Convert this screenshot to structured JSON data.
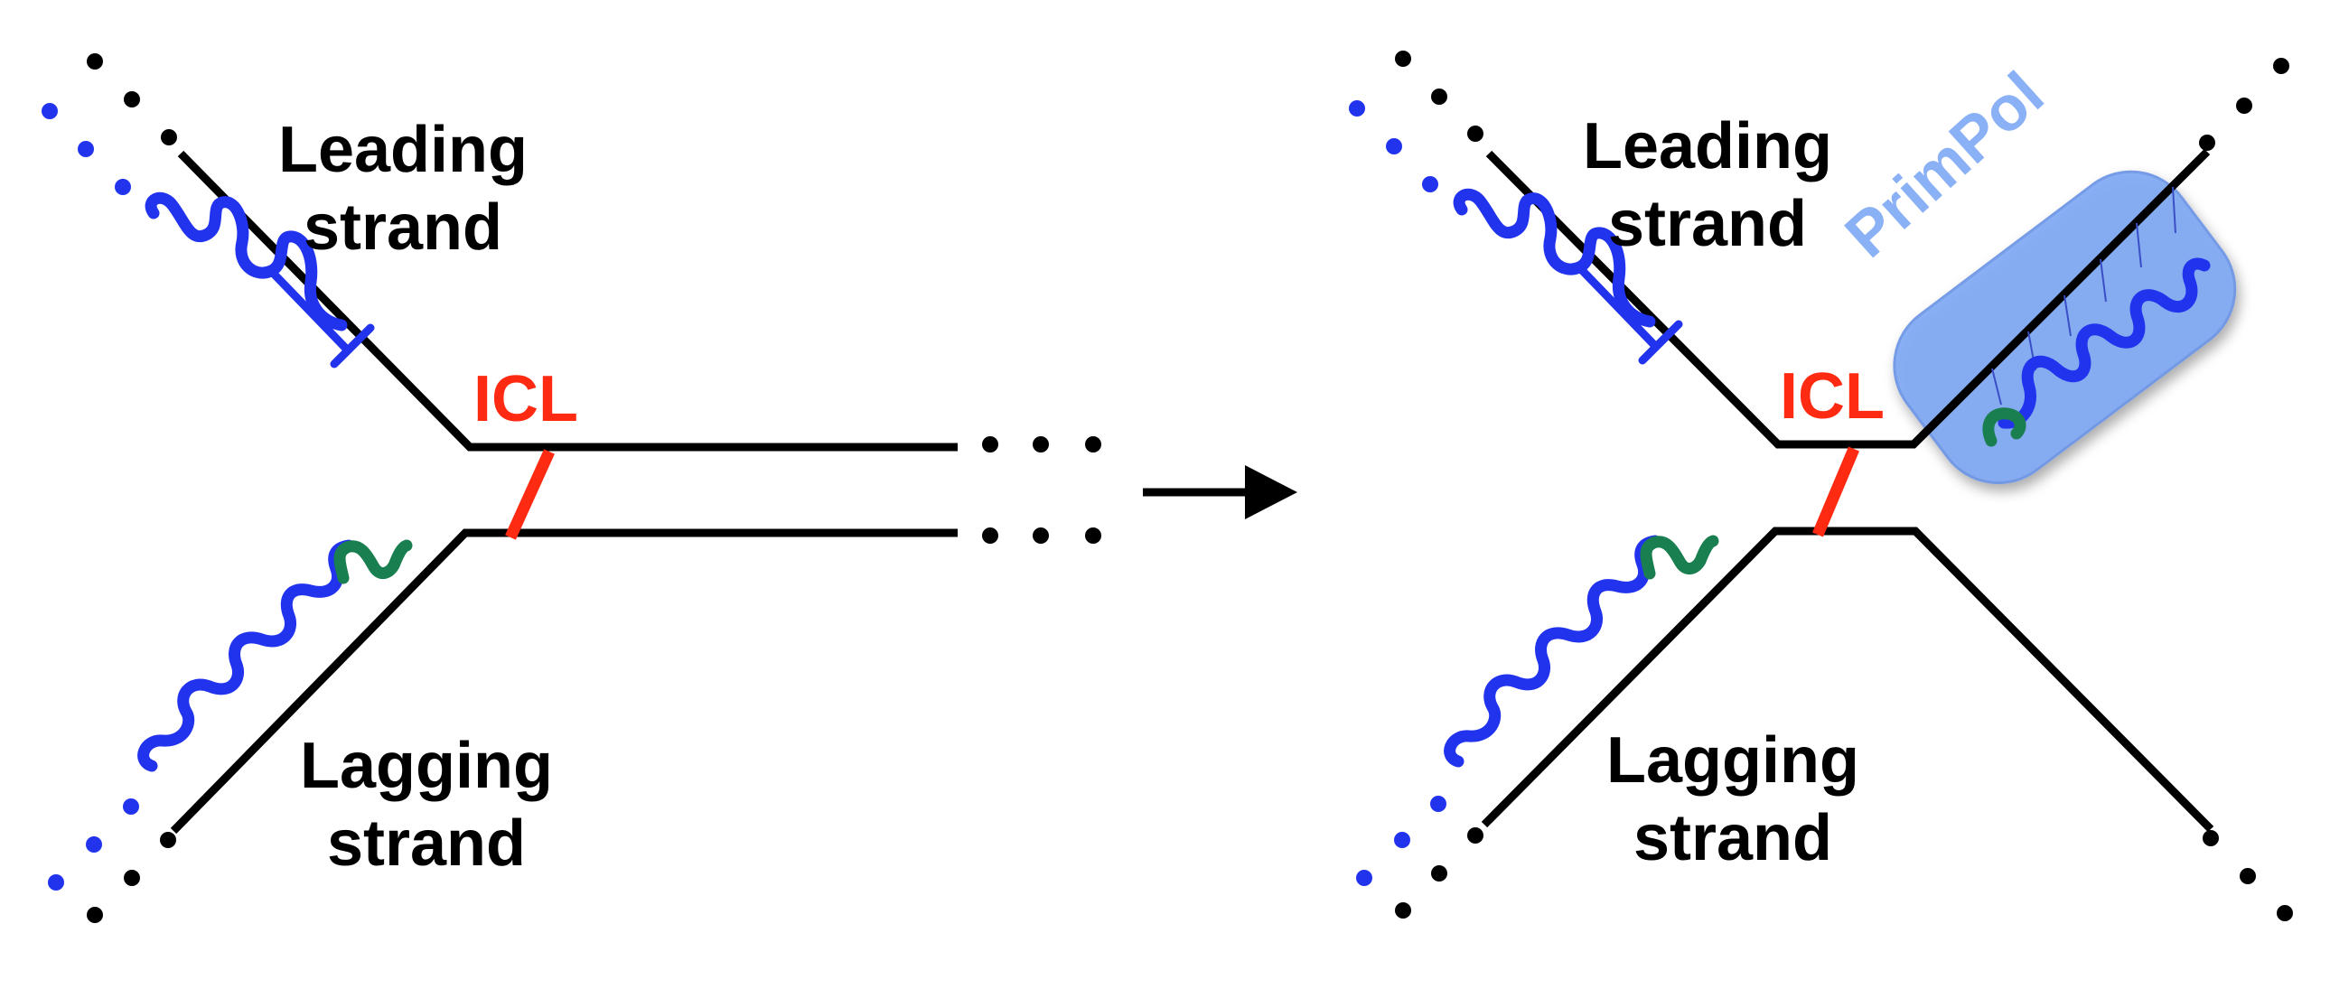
{
  "labels": {
    "leading_line1": "Leading",
    "leading_line2": "strand",
    "lagging_line1": "Lagging",
    "lagging_line2": "strand",
    "icl": "ICL",
    "primpol": "PrimPol"
  },
  "colors": {
    "dna_strand": "#000000",
    "nascent_dna": "#2233ee",
    "rna_primer": "#1a7f50",
    "icl": "#ff2a12",
    "primpol_fill": "#7fa9f3",
    "primpol_text": "#8ab0f5",
    "arrow": "#000000"
  },
  "icons": {
    "arrow": "right-arrow-icon"
  }
}
